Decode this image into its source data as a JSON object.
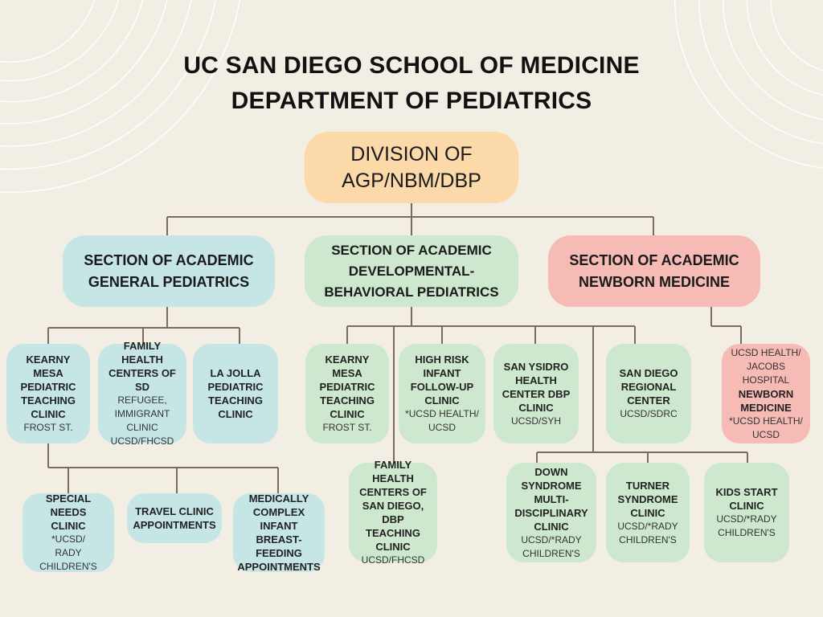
{
  "title": {
    "line1": "UC SAN DIEGO SCHOOL OF MEDICINE",
    "line2": "DEPARTMENT OF PEDIATRICS"
  },
  "root": {
    "lines": [
      "DIVISION OF",
      "AGP/NBM/DBP"
    ]
  },
  "sections": {
    "agp": [
      "SECTION OF ACADEMIC",
      "GENERAL PEDIATRICS"
    ],
    "dbp": [
      "SECTION OF ACADEMIC",
      "DEVELOPMENTAL-",
      "BEHAVIORAL PEDIATRICS"
    ],
    "nbm": [
      "SECTION OF ACADEMIC",
      "NEWBORN MEDICINE"
    ]
  },
  "clinics": {
    "agp_kearny": {
      "title": [
        "KEARNY MESA",
        "PEDIATRIC",
        "TEACHING",
        "CLINIC"
      ],
      "sub": [
        "FROST ST."
      ]
    },
    "agp_fhc": {
      "title": [
        "FAMILY HEALTH",
        "CENTERS OF SD"
      ],
      "sub": [
        "REFUGEE,",
        "IMMIGRANT",
        "CLINIC",
        "UCSD/FHCSD"
      ]
    },
    "agp_lajolla": {
      "title": [
        "LA JOLLA",
        "PEDIATRIC",
        "TEACHING",
        "CLINIC"
      ],
      "sub": []
    },
    "agp_special": {
      "title": [
        "SPECIAL NEEDS",
        "CLINIC"
      ],
      "sub": [
        "*UCSD/",
        "RADY CHILDREN'S"
      ]
    },
    "agp_travel": {
      "title": [
        "TRAVEL CLINIC",
        "APPOINTMENTS"
      ],
      "sub": []
    },
    "agp_medcomplex": {
      "title": [
        "MEDICALLY",
        "COMPLEX",
        "INFANT BREAST-",
        "FEEDING",
        "APPOINTMENTS"
      ],
      "sub": []
    },
    "dbp_kearny": {
      "title": [
        "KEARNY MESA",
        "PEDIATRIC",
        "TEACHING",
        "CLINIC"
      ],
      "sub": [
        "FROST ST."
      ]
    },
    "dbp_highrisk": {
      "title": [
        "HIGH RISK",
        "INFANT",
        "FOLLOW-UP",
        "CLINIC"
      ],
      "sub": [
        "*UCSD HEALTH/",
        "UCSD"
      ]
    },
    "dbp_sanysidro": {
      "title": [
        "SAN YSIDRO",
        "HEALTH",
        "CENTER DBP",
        "CLINIC"
      ],
      "sub": [
        "UCSD/SYH"
      ]
    },
    "dbp_sdrc": {
      "title": [
        "SAN DIEGO",
        "REGIONAL",
        "CENTER"
      ],
      "sub": [
        "UCSD/SDRC"
      ]
    },
    "dbp_fhc": {
      "title": [
        "FAMILY HEALTH",
        "CENTERS OF",
        "SAN DIEGO,",
        "DBP TEACHING",
        "CLINIC"
      ],
      "sub": [
        "UCSD/FHCSD"
      ]
    },
    "dbp_down": {
      "title": [
        "DOWN",
        "SYNDROME",
        "MULTI-",
        "DISCIPLINARY",
        "CLINIC"
      ],
      "sub": [
        "UCSD/*RADY",
        "CHILDREN'S"
      ]
    },
    "dbp_turner": {
      "title": [
        "TURNER",
        "SYNDROME",
        "CLINIC"
      ],
      "sub": [
        "UCSD/*RADY",
        "CHILDREN'S"
      ]
    },
    "dbp_kids": {
      "title": [
        "KIDS START",
        "CLINIC"
      ],
      "sub": [
        "UCSD/*RADY",
        "CHILDREN'S"
      ]
    },
    "nbm_jacobs": {
      "pre": [
        "UCSD HEALTH/",
        "JACOBS",
        "HOSPITAL"
      ],
      "title": [
        "NEWBORN",
        "MEDICINE"
      ],
      "sub": [
        "*UCSD HEALTH/",
        "UCSD"
      ]
    }
  },
  "colors": {
    "background": "#f3eee4",
    "root": "#fcd9a8",
    "agp": "#c6e6e6",
    "dbp": "#cde8cf",
    "nbm": "#f7bbb5",
    "connector": "#7a6a62"
  }
}
